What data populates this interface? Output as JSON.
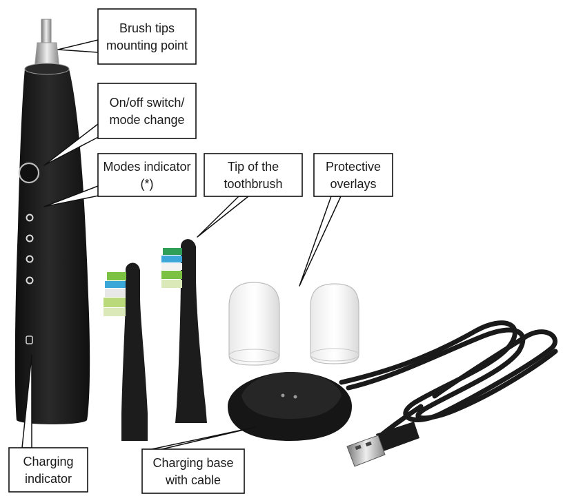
{
  "callouts": {
    "brush_tips_mounting_point": {
      "line1": "Brush tips",
      "line2": "mounting point"
    },
    "on_off_switch": {
      "line1": "On/off switch/",
      "line2": "mode change"
    },
    "modes_indicator": {
      "line1": "Modes indicator",
      "line2": "(*)"
    },
    "tip_of_toothbrush": {
      "line1": "Tip of the",
      "line2": "toothbrush"
    },
    "protective_overlays": {
      "line1": "Protective",
      "line2": "overlays"
    },
    "charging_indicator": {
      "line1": "Charging",
      "line2": "indicator"
    },
    "charging_base": {
      "line1": "Charging base",
      "line2": "with cable"
    }
  },
  "colors": {
    "device_body": "#1c1c1c",
    "bristle_green": "#7bc142",
    "bristle_blue": "#3aa7d8",
    "bristle_white": "#f2f2f2",
    "callout_border": "#111111"
  }
}
